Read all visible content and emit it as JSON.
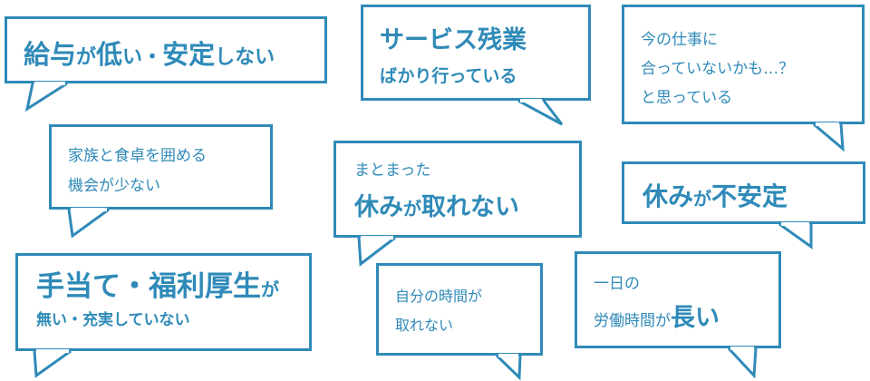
{
  "bubbles": {
    "b1": {
      "part1": "給与",
      "part2": "が",
      "part3": "低",
      "part4": "い・",
      "part5": "安定",
      "part6": "しない"
    },
    "b2": {
      "line1": "サービス残業",
      "line2": "ばかり行っている"
    },
    "b3": {
      "line1": "今の仕事に",
      "line2": "合っていないかも…？",
      "line3": "と思っている"
    },
    "b4": {
      "line1": "家族と食卓を囲める",
      "line2": "機会が少ない"
    },
    "b5": {
      "line1": "まとまった",
      "line2a": "休み",
      "line2b": "が",
      "line2c": "取れない"
    },
    "b6": {
      "part1": "休み",
      "part2": "が",
      "part3": "不安定"
    },
    "b7": {
      "line1a": "手当て・福利厚生",
      "line1b": "が",
      "line2": "無い・充実していない"
    },
    "b8": {
      "line1": "自分の時間が",
      "line2": "取れない"
    },
    "b9": {
      "line1": "一日の",
      "line2a": "労働時間が",
      "line2b": "長い"
    }
  },
  "colors": {
    "accent": "#2f8ab8",
    "background": "#ffffff"
  }
}
